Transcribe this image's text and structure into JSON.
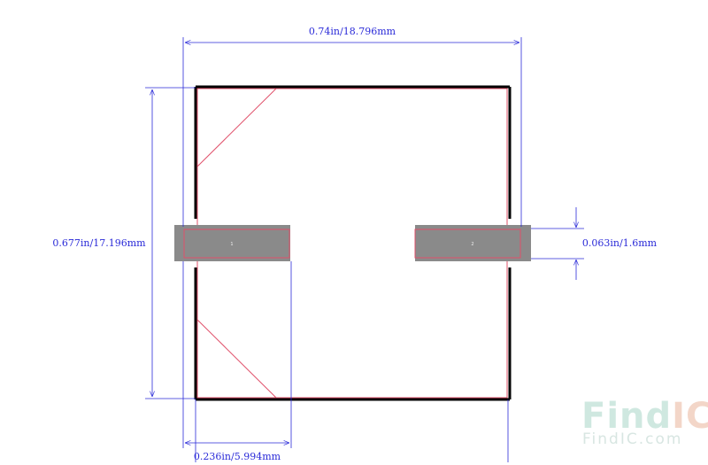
{
  "dimensions": {
    "overall_width": "0.74in/18.796mm",
    "overall_height": "0.677in/17.196mm",
    "pad_height": "0.063in/1.6mm",
    "pad_length": "0.236in/5.994mm"
  },
  "pads": {
    "left_number": "1",
    "right_number": "2"
  },
  "watermark": {
    "logo_main": "Find",
    "logo_accent": "IC",
    "logo_sub": "FindIC.com"
  },
  "colors": {
    "dimension": "#2a2ad8",
    "outline": "#000000",
    "courtyard": "#e0506a",
    "pad": "#8a8a8a"
  }
}
